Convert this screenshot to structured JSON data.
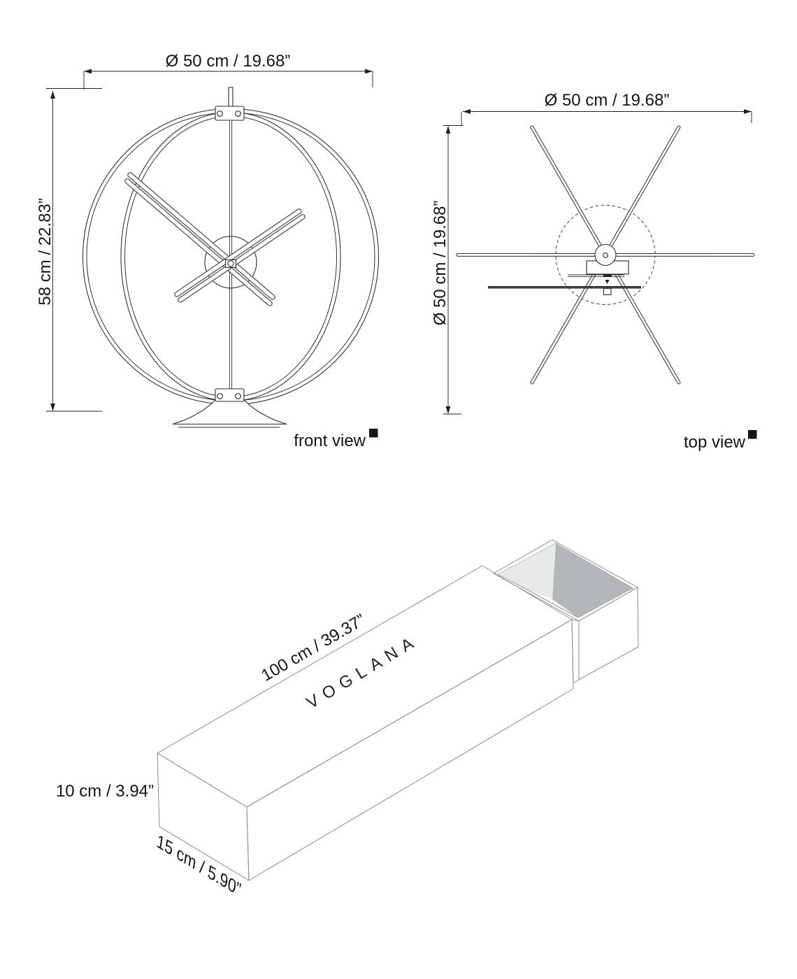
{
  "front_view": {
    "label": "front view",
    "width_dim": "Ø 50 cm / 19.68”",
    "height_dim": "58 cm / 22.83”"
  },
  "top_view": {
    "label": "top view",
    "width_dim": "Ø 50 cm / 19.68”",
    "height_dim": "Ø 50 cm / 19.68”"
  },
  "packaging": {
    "brand": "VOGLANA",
    "length_dim": "100 cm / 39.37”",
    "height_dim": "10 cm / 3.94”",
    "depth_dim": "15 cm / 5.90”"
  },
  "colors": {
    "line": "#1f1f1f",
    "box_edge": "#8e8e8e",
    "box_top": "#ffffff",
    "box_front": "#ededed",
    "box_side": "#b3b3b3",
    "tray_rim": "#d6d8d8",
    "tray_inner_light": "#eceded",
    "tray_inner_dark": "#b4b7b9",
    "hand_bar": "#3d3d3d",
    "marker_square": "#151515"
  }
}
